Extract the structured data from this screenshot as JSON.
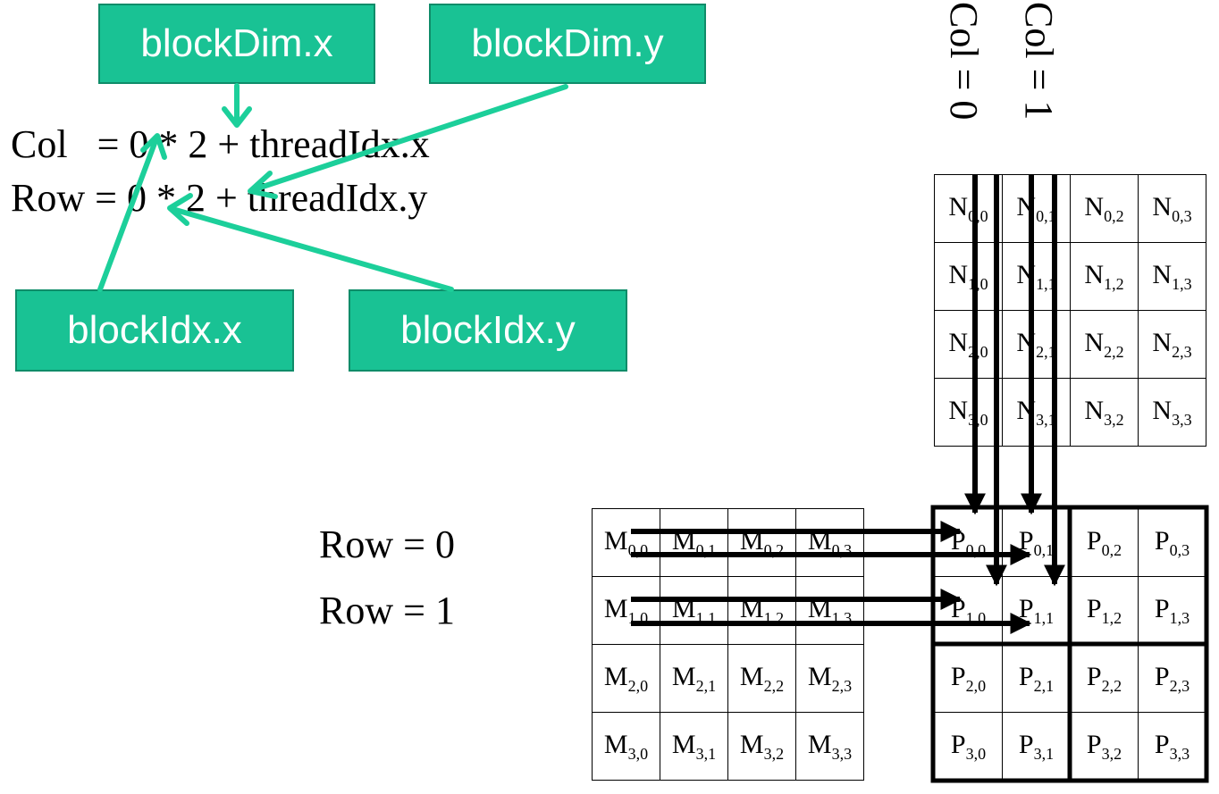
{
  "labels": {
    "blockdim_x": "blockDim.x",
    "blockdim_y": "blockDim.y",
    "blockidx_x": "blockIdx.x",
    "blockidx_y": "blockIdx.y"
  },
  "equations": {
    "col": "Col   = 0 * 2 + threadIdx.x",
    "row": "Row = 0 * 2 + threadIdx.y"
  },
  "row_labels": [
    "Row = 0",
    "Row = 1"
  ],
  "col_labels": [
    "Col = 0",
    "Col = 1"
  ],
  "matrices": {
    "N": {
      "letter": "N",
      "size": 4
    },
    "M": {
      "letter": "M",
      "size": 4
    },
    "P": {
      "letter": "P",
      "size": 4
    }
  },
  "colors": {
    "box_fill": "#19c294",
    "box_border": "#0f8c69",
    "connector": "#1ccf9a"
  }
}
